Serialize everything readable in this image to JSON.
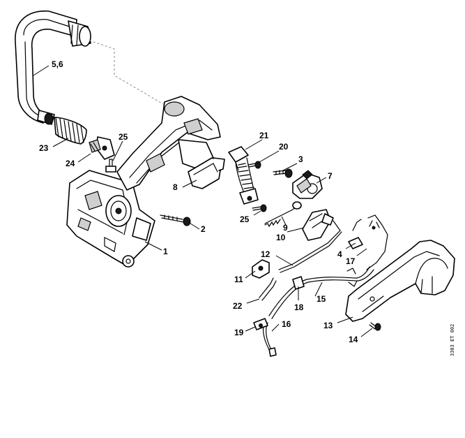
{
  "diagram": {
    "side_code": "3303 ET 002",
    "callouts": [
      {
        "id": "c56",
        "text": "5,6"
      },
      {
        "id": "c23",
        "text": "23"
      },
      {
        "id": "c24",
        "text": "24"
      },
      {
        "id": "c25a",
        "text": "25"
      },
      {
        "id": "c1",
        "text": "1"
      },
      {
        "id": "c2",
        "text": "2"
      },
      {
        "id": "c8",
        "text": "8"
      },
      {
        "id": "c21",
        "text": "21"
      },
      {
        "id": "c20",
        "text": "20"
      },
      {
        "id": "c3",
        "text": "3"
      },
      {
        "id": "c7",
        "text": "7"
      },
      {
        "id": "c25b",
        "text": "25"
      },
      {
        "id": "c9",
        "text": "9"
      },
      {
        "id": "c10",
        "text": "10"
      },
      {
        "id": "c12",
        "text": "12"
      },
      {
        "id": "c4",
        "text": "4"
      },
      {
        "id": "c17",
        "text": "17"
      },
      {
        "id": "c11",
        "text": "11"
      },
      {
        "id": "c22",
        "text": "22"
      },
      {
        "id": "c18",
        "text": "18"
      },
      {
        "id": "c15",
        "text": "15"
      },
      {
        "id": "c13",
        "text": "13"
      },
      {
        "id": "c14",
        "text": "14"
      },
      {
        "id": "c19",
        "text": "19"
      },
      {
        "id": "c16",
        "text": "16"
      }
    ]
  }
}
